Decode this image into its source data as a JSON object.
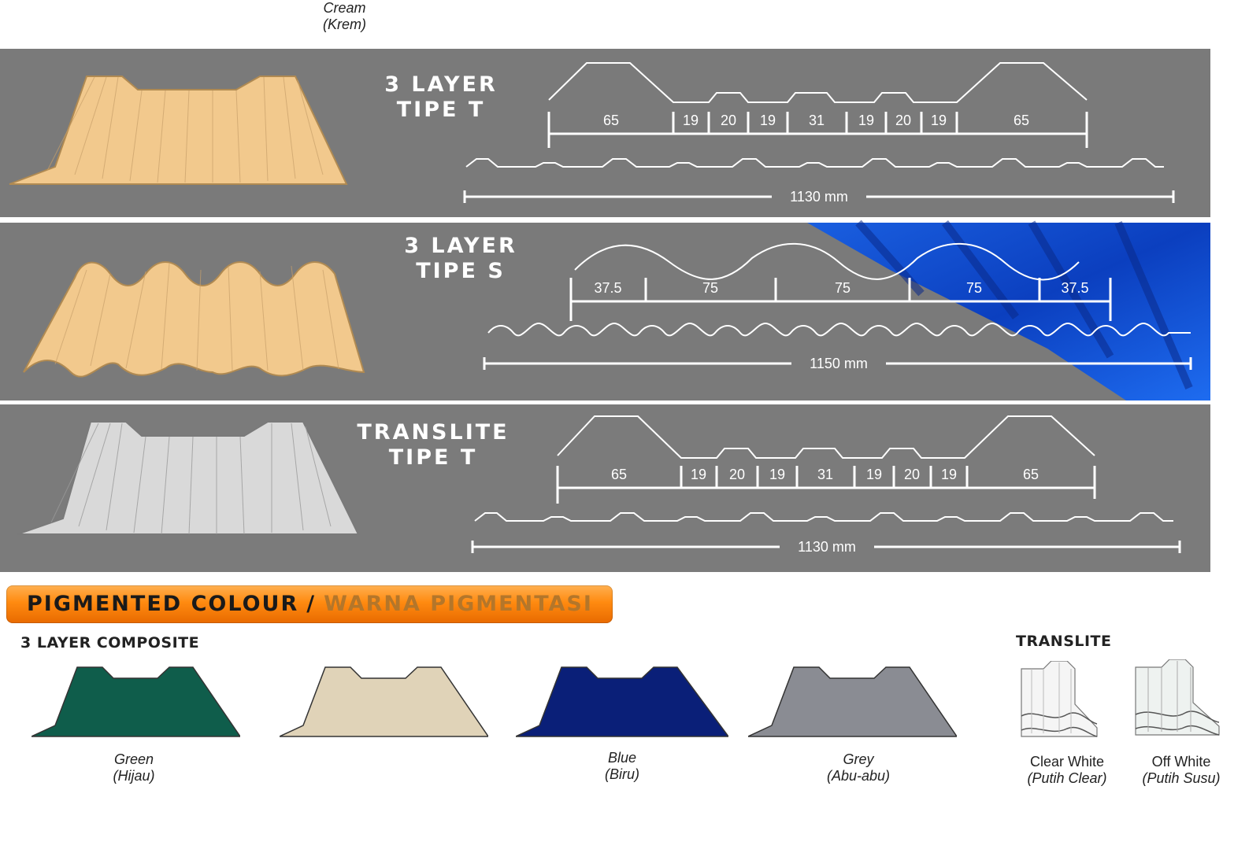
{
  "profiles": [
    {
      "title_line1": "3 Layer",
      "title_line2": "Tipe T",
      "dims": [
        "65",
        "19",
        "20",
        "19",
        "31",
        "19",
        "20",
        "19",
        "65"
      ],
      "total": "1130 mm",
      "sheet_color": "#f2c98d"
    },
    {
      "title_line1": "3 Layer",
      "title_line2": "Tipe S",
      "dims": [
        "37.5",
        "75",
        "75",
        "75",
        "37.5"
      ],
      "total": "1150 mm",
      "sheet_color": "#f2c98d"
    },
    {
      "title_line1": "Translite",
      "title_line2": "Tipe T",
      "dims": [
        "65",
        "19",
        "20",
        "19",
        "31",
        "19",
        "20",
        "19",
        "65"
      ],
      "total": "1130 mm",
      "sheet_color": "#d9d9d9"
    }
  ],
  "banner": {
    "title_en": "Pigmented Colour",
    "separator": "/",
    "title_id": "Warna Pigmentasi"
  },
  "composite": {
    "label": "3 LAYER  COMPOSITE",
    "colors": [
      {
        "name": "Green",
        "local": "(Hijau)",
        "hex": "#0f5d4b"
      },
      {
        "name": "Cream",
        "local": "(Krem)",
        "hex": "#e0d3b8"
      },
      {
        "name": "Blue",
        "local": "(Biru)",
        "hex": "#0a1f78"
      },
      {
        "name": "Grey",
        "local": "(Abu-abu)",
        "hex": "#8a8c93"
      }
    ]
  },
  "translite": {
    "label": "TRANSLITE",
    "colors": [
      {
        "name": "Clear White",
        "local": "(Putih Clear)"
      },
      {
        "name": "Off White",
        "local": "(Putih Susu)"
      }
    ]
  }
}
